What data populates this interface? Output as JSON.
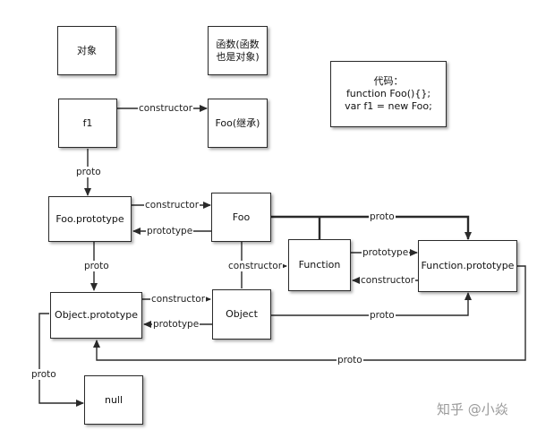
{
  "nodes": {
    "object_concept": "对象",
    "function_concept": "函数(函数\n也是对象)",
    "code_title": "代码：",
    "code_line1": "function Foo(){};",
    "code_line2": "var  f1  = new Foo;",
    "f1": "f1",
    "foo_inherit": "Foo(继承)",
    "foo_prototype": "Foo.prototype",
    "foo": "Foo",
    "function": "Function",
    "function_prototype": "Function.prototype",
    "object_prototype": "Object.prototype",
    "object": "Object",
    "null": "null"
  },
  "labels": {
    "f1_constructor": "constructor",
    "f1_proto": "proto",
    "fooproto_constructor": "constructor",
    "foo_prototype_ref": "prototype",
    "foo_proto": "proto",
    "fooproto_proto": "proto",
    "object_constructor": "constructor",
    "function_prototype_ref": "prototype",
    "funcproto_constructor": "constructor",
    "objproto_constructor": "constructor",
    "object_prototype_ref": "prototype",
    "object_proto": "proto",
    "funcproto_proto": "proto",
    "objproto_proto": "proto"
  },
  "watermark": "知乎 @小焱",
  "colors": {
    "line": "#2a2a2a",
    "border": "#2a2a2a",
    "watermark": "#9a9a9a"
  }
}
